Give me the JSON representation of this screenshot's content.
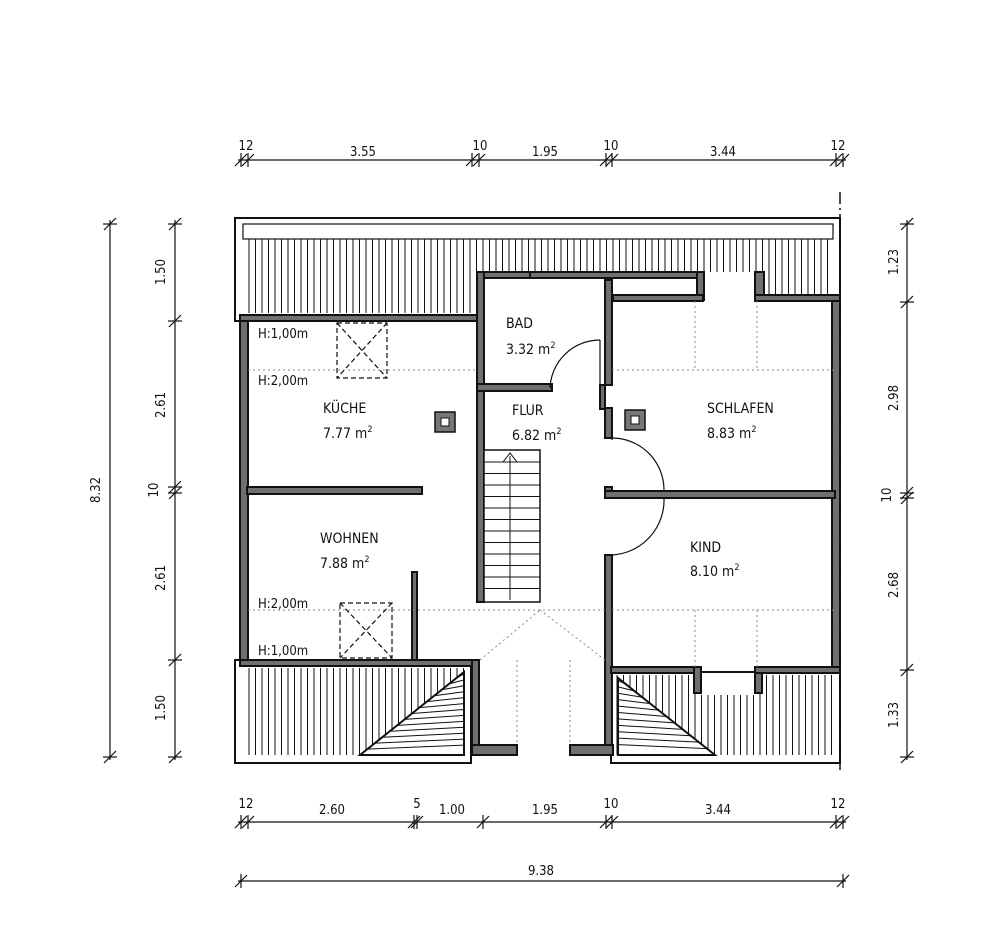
{
  "rooms": {
    "bad": {
      "name": "BAD",
      "area": "3.32",
      "unit": "m"
    },
    "flur": {
      "name": "FLUR",
      "area": "6.82",
      "unit": "m"
    },
    "kueche": {
      "name": "KÜCHE",
      "area": "7.77",
      "unit": "m"
    },
    "schlafen": {
      "name": "SCHLAFEN",
      "area": "8.83",
      "unit": "m"
    },
    "wohnen": {
      "name": "WOHNEN",
      "area": "7.88",
      "unit": "m"
    },
    "kind": {
      "name": "KIND",
      "area": "8.10",
      "unit": "m"
    },
    "unit_exponent": "2"
  },
  "height_marks": {
    "h1_top": "H:1,00m",
    "h2_top": "H:2,00m",
    "h2_bottom": "H:2,00m",
    "h1_bottom": "H:1,00m"
  },
  "dimensions": {
    "top": [
      "12",
      "3.55",
      "10",
      "1.95",
      "10",
      "3.44",
      "12"
    ],
    "bottom": [
      "12",
      "2.60",
      "5",
      "1.00",
      "1.95",
      "10",
      "3.44",
      "12"
    ],
    "total_width": "9.38",
    "left_total": "8.32",
    "left": [
      "1.50",
      "2.61",
      "10",
      "2.61",
      "1.50"
    ],
    "right": [
      "1.23",
      "2.98",
      "10",
      "2.68",
      "1.33"
    ]
  }
}
